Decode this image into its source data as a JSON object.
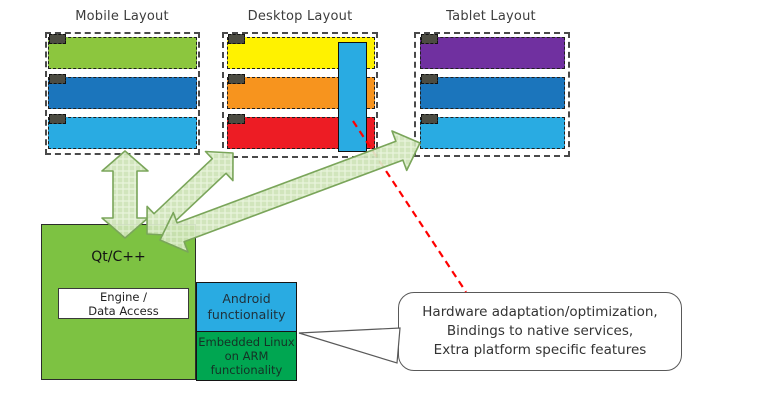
{
  "panels": [
    {
      "id": "mobile",
      "title": "Mobile Layout",
      "rows": [
        {
          "color": "#8CC63E"
        },
        {
          "color": "#1B75BC"
        },
        {
          "color": "#29ABE2"
        }
      ]
    },
    {
      "id": "desktop",
      "title": "Desktop Layout",
      "rows": [
        {
          "color": "#FFF200"
        },
        {
          "color": "#F7941E"
        },
        {
          "color": "#ED1C24"
        }
      ],
      "overlay_color": "#29ABE2"
    },
    {
      "id": "tablet",
      "title": "Tablet Layout",
      "rows": [
        {
          "color": "#7030A0"
        },
        {
          "color": "#1B75BC"
        },
        {
          "color": "#29ABE2"
        }
      ]
    }
  ],
  "qt_block": {
    "label": "Qt/C++",
    "color": "#7DC242",
    "engine_line1": "Engine /",
    "engine_line2": "Data Access"
  },
  "android_block": {
    "label": "Android functionality",
    "color": "#29ABE2"
  },
  "embedded_block": {
    "label": "Embedded Linux on ARM functionality",
    "color": "#00A651"
  },
  "callout": {
    "lines": [
      "Hardware adaptation/optimization,",
      "Bindings to native services,",
      "Extra platform specific features"
    ]
  },
  "colors": {
    "arrow_fill": "#cde3b6",
    "arrow_hatch": "#e7f3da",
    "arrow_border": "#7aa55a",
    "red_link": "#ff0000",
    "tab": "#4c4c42",
    "frame_border": "#4a4a4a"
  }
}
